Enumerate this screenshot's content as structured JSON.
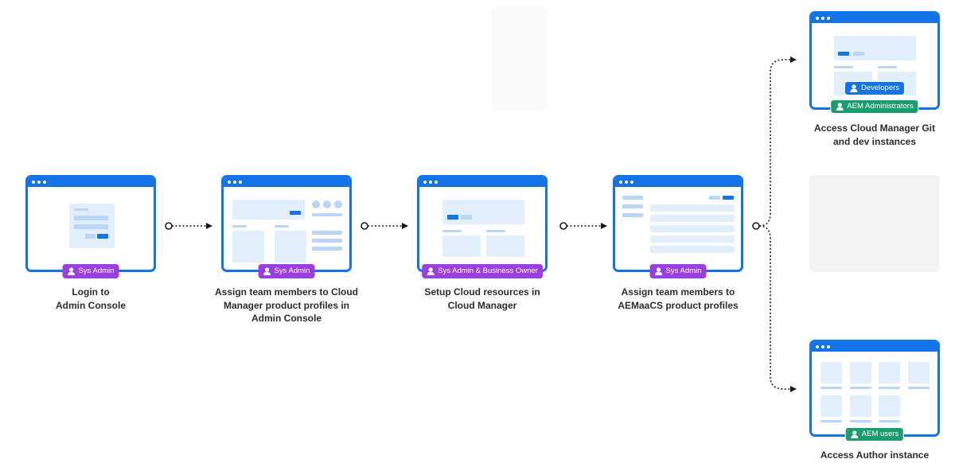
{
  "steps": [
    {
      "badge": "Sys Admin",
      "caption": [
        "Login to",
        "Admin Console"
      ]
    },
    {
      "badge": "Sys Admin",
      "caption": [
        "Assign team members to Cloud",
        "Manager product profiles in",
        "Admin Console"
      ]
    },
    {
      "badge": "Sys Admin & Business Owner",
      "caption": [
        "Setup Cloud resources in",
        "Cloud Manager"
      ]
    },
    {
      "badge": "Sys Admin",
      "caption": [
        "Assign team members to",
        "AEMaaCS product profiles"
      ]
    }
  ],
  "outcomes": [
    {
      "badges": [
        "Developers",
        "AEM Administrators"
      ],
      "caption": [
        "Access Cloud Manager Git",
        "and dev instances"
      ]
    },
    {
      "badges": [
        "AEM users"
      ],
      "caption": [
        "Access Author instance"
      ]
    }
  ],
  "icons": {
    "role_badge": "user-icon"
  },
  "colors": {
    "window_blue": "#1473e6",
    "badge_purple": "#9a3ee0",
    "badge_green": "#1c9c6e",
    "arrow": "#1a1a1a"
  }
}
